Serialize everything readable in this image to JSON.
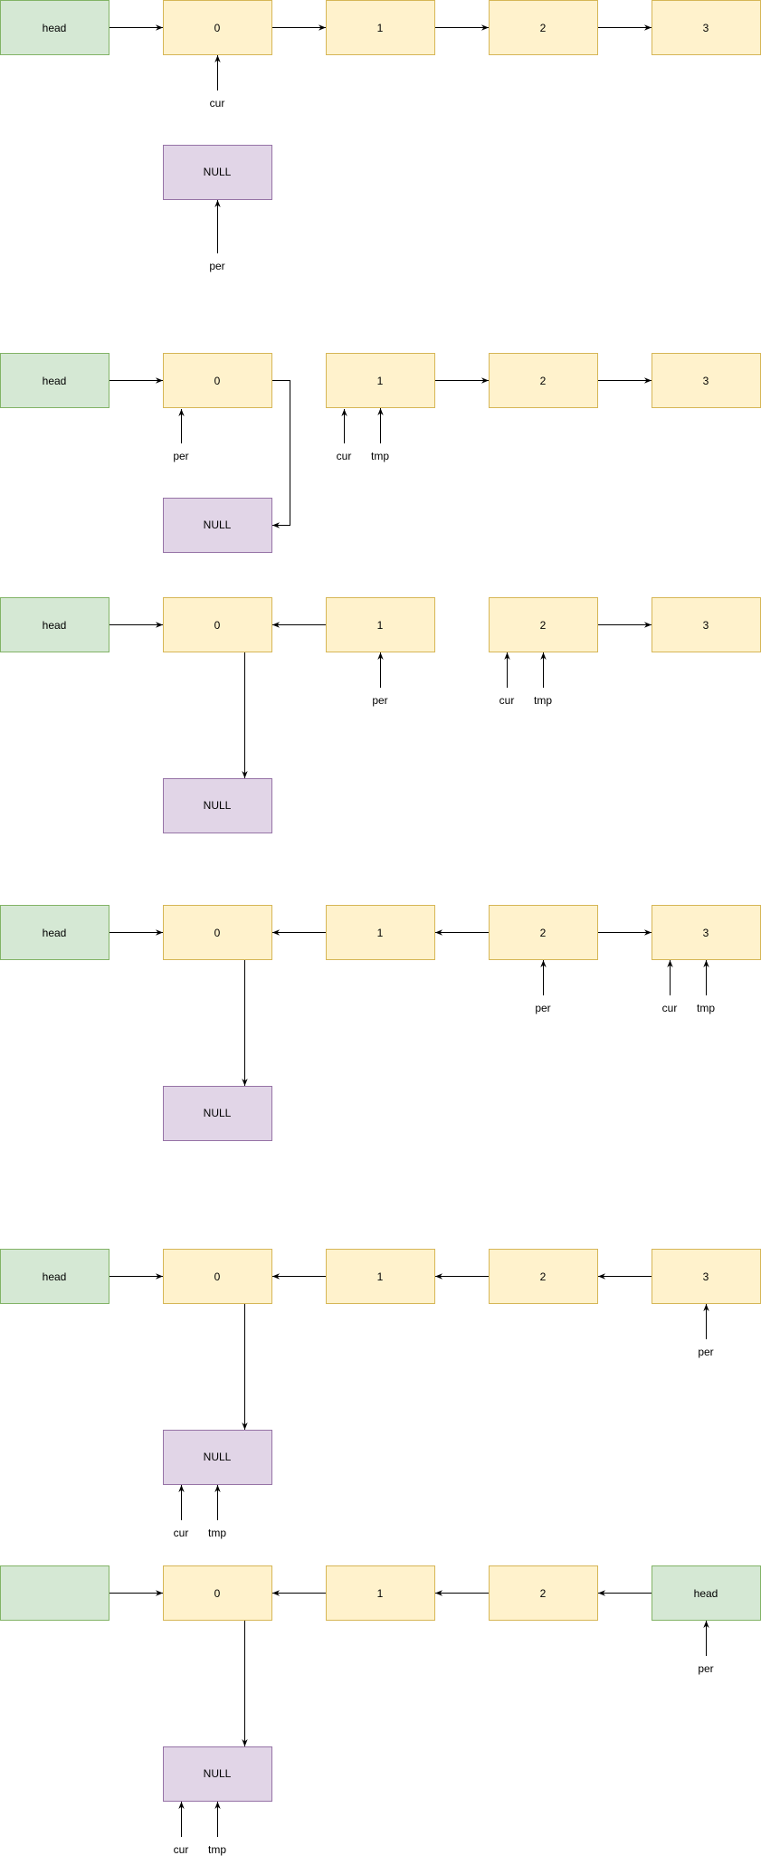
{
  "labels": {
    "head": "head",
    "null": "NULL",
    "n0": "0",
    "n1": "1",
    "n2": "2",
    "n3": "3",
    "cur": "cur",
    "per": "per",
    "tmp": "tmp"
  },
  "colors": {
    "head_fill": "#d5e8d4",
    "head_stroke": "#82b366",
    "node_fill": "#fff2cc",
    "node_stroke": "#d6b656",
    "null_fill": "#e1d5e7",
    "null_stroke": "#9673a6",
    "arrow": "#000000"
  },
  "stages": [
    {
      "nodes": [
        "head",
        "0",
        "1",
        "2",
        "3",
        "NULL"
      ],
      "pointers": [
        "cur",
        "per"
      ],
      "links": [
        "head->0",
        "0->1",
        "1->2",
        "2->3"
      ]
    },
    {
      "nodes": [
        "head",
        "0",
        "1",
        "2",
        "3",
        "NULL"
      ],
      "pointers": [
        "per",
        "cur",
        "tmp"
      ],
      "links": [
        "head->0",
        "0->NULL",
        "1->2",
        "2->3"
      ]
    },
    {
      "nodes": [
        "head",
        "0",
        "1",
        "2",
        "3",
        "NULL"
      ],
      "pointers": [
        "per",
        "cur",
        "tmp"
      ],
      "links": [
        "head->0",
        "1->0",
        "0->NULL",
        "2->3"
      ]
    },
    {
      "nodes": [
        "head",
        "0",
        "1",
        "2",
        "3",
        "NULL"
      ],
      "pointers": [
        "per",
        "cur",
        "tmp"
      ],
      "links": [
        "head->0",
        "1->0",
        "2->1",
        "2->3",
        "0->NULL"
      ]
    },
    {
      "nodes": [
        "head",
        "0",
        "1",
        "2",
        "3",
        "NULL"
      ],
      "pointers": [
        "per",
        "cur",
        "tmp"
      ],
      "links": [
        "head->0",
        "1->0",
        "2->1",
        "3->2",
        "0->NULL"
      ]
    },
    {
      "nodes": [
        "",
        "0",
        "1",
        "2",
        "head",
        "NULL"
      ],
      "pointers": [
        "per",
        "cur",
        "tmp"
      ],
      "links": [
        "->0",
        "1->0",
        "2->1",
        "head->2",
        "0->NULL"
      ]
    }
  ]
}
